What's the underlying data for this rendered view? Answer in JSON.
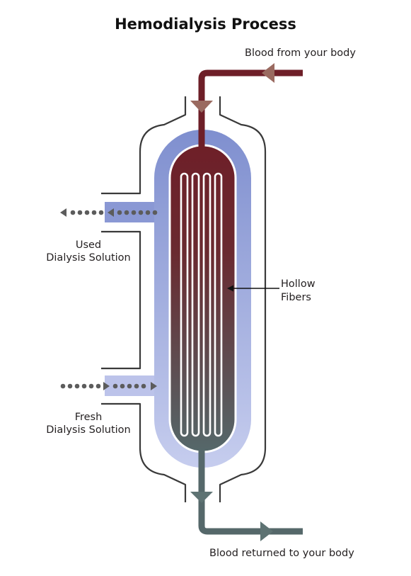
{
  "title": "Hemodialysis Process",
  "labels": {
    "blood_in": "Blood from your body",
    "blood_out": "Blood returned to your body",
    "used_line1": "Used",
    "used_line2": "Dialysis Solution",
    "fresh_line1": "Fresh",
    "fresh_line2": "Dialysis Solution",
    "hollow_line1": "Hollow",
    "hollow_line2": "Fibers"
  },
  "colors": {
    "blood_dark": "#6e1f28",
    "blood_clean": "#55686a",
    "dialysate_top": "#7f8fcf",
    "dialysate_bottom": "#c6cdee",
    "housing": "#3a3a3a",
    "flow_dots": "#5c5c5c",
    "arrow_in": "#9a6a60",
    "arrow_out": "#5e7373"
  }
}
